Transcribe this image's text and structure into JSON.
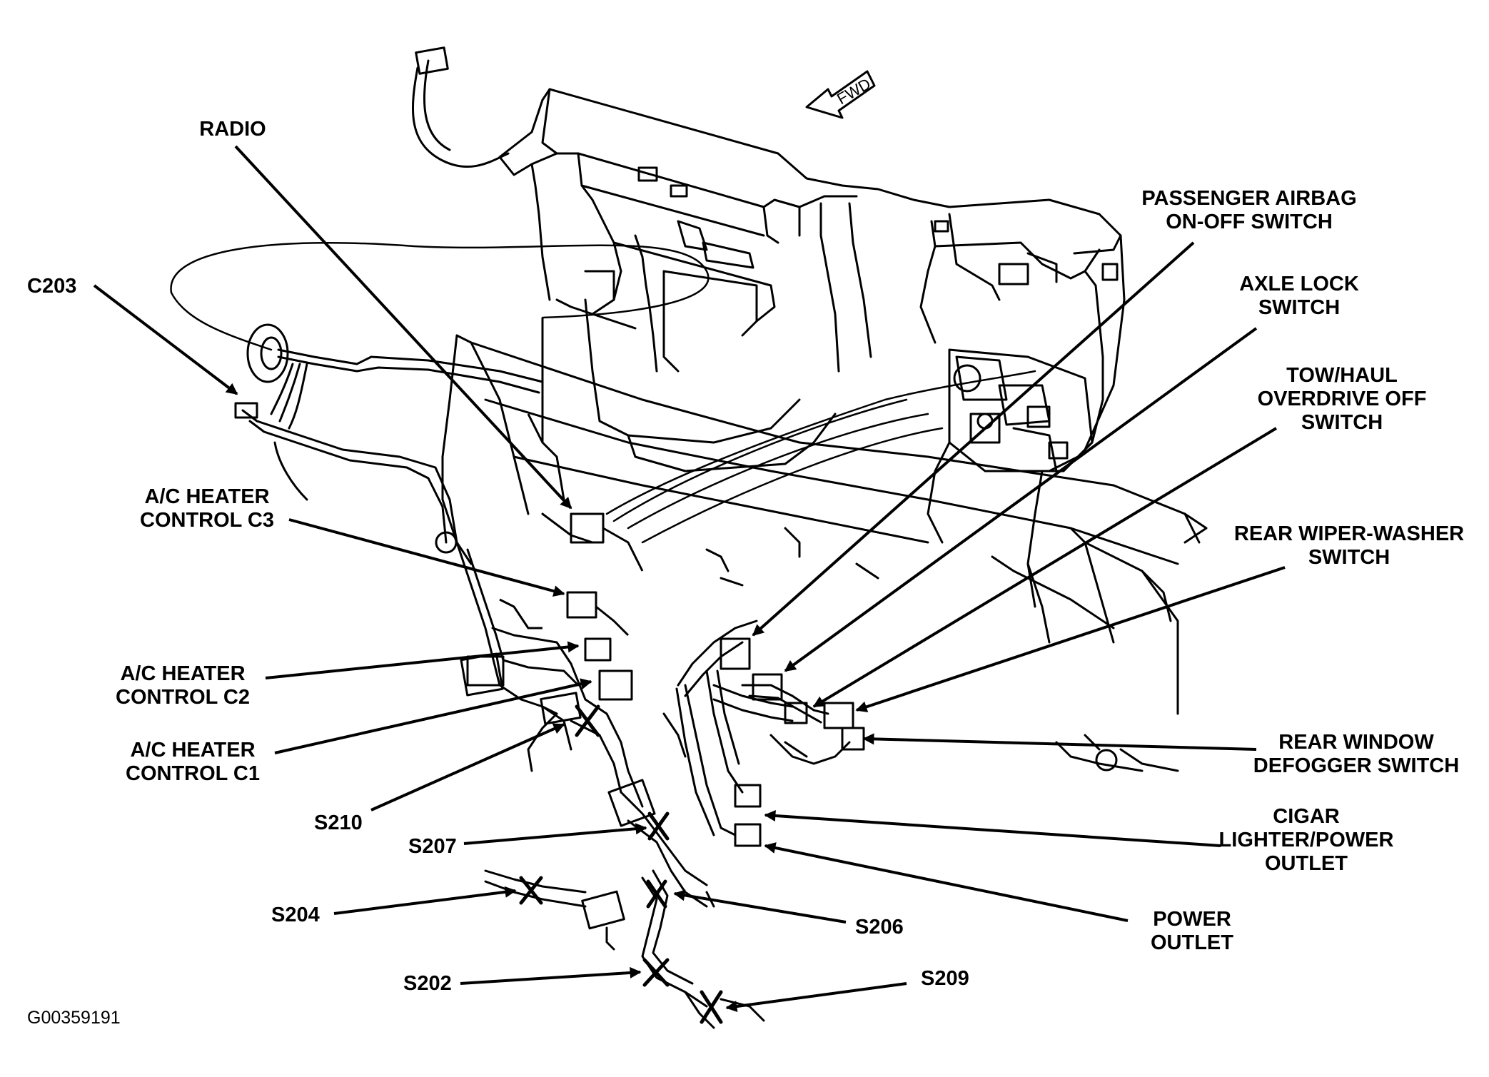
{
  "forward_indicator": "FWD",
  "labels": {
    "radio": "RADIO",
    "c203": "C203",
    "ac_c3": [
      "A/C HEATER",
      "CONTROL  C3"
    ],
    "ac_c2": [
      "A/C HEATER",
      "CONTROL  C2"
    ],
    "ac_c1": [
      "A/C HEATER",
      "CONTROL  C1"
    ],
    "passenger_airbag": [
      "PASSENGER AIRBAG",
      "ON-OFF SWITCH"
    ],
    "axle_lock": [
      "AXLE LOCK",
      "SWITCH"
    ],
    "tow_haul": [
      "TOW/HAUL",
      "OVERDRIVE OFF",
      "SWITCH"
    ],
    "rear_wiper": [
      "REAR WIPER-WASHER",
      "SWITCH"
    ],
    "rear_defogger": [
      "REAR WINDOW",
      "DEFOGGER SWITCH"
    ],
    "cigar_lighter": [
      "CIGAR",
      "LIGHTER/POWER",
      "OUTLET"
    ],
    "power_outlet": [
      "POWER",
      "OUTLET"
    ],
    "s210": "S210",
    "s207": "S207",
    "s204": "S204",
    "s206": "S206",
    "s202": "S202",
    "s209": "S209"
  },
  "figure_code": "G00359191"
}
